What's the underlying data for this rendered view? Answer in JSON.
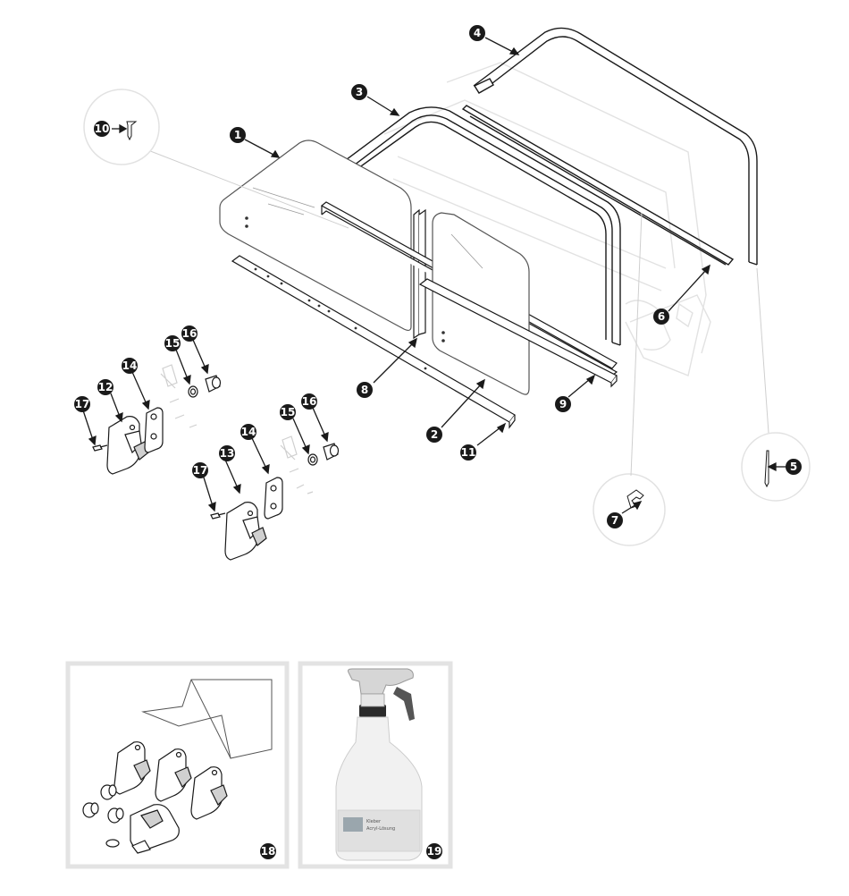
{
  "diagram": {
    "callouts": [
      "1",
      "2",
      "3",
      "4",
      "5",
      "6",
      "7",
      "8",
      "9",
      "10",
      "11",
      "12",
      "13",
      "14",
      "14",
      "15",
      "15",
      "16",
      "16",
      "17",
      "17",
      "18",
      "19"
    ]
  },
  "bottle_label": {
    "lines": [
      "Kleber",
      "Acryl-Lösung"
    ]
  },
  "colors": {
    "ink": "#1a1a1a",
    "glass_stroke": "#555555",
    "ghost": "#d9d9d9",
    "panel_border": "#e3e3e3",
    "bottle_body": "#f1f1f1",
    "bottle_trigger": "#d6d6d6"
  }
}
